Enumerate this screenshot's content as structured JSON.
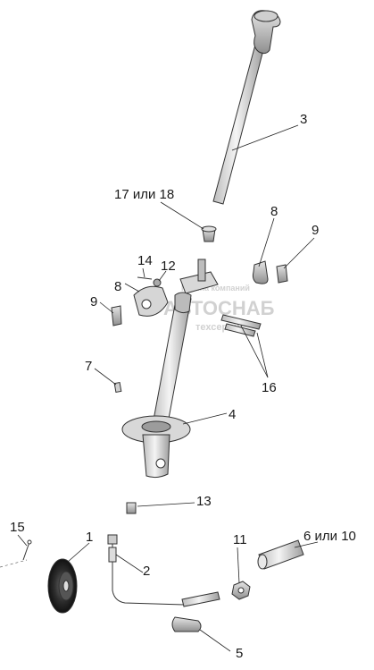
{
  "title": "",
  "callouts": {
    "c3": "3",
    "c17": "17 или 18",
    "c8a": "8",
    "c9a": "9",
    "c14": "14",
    "c12": "12",
    "c8b": "8",
    "c9b": "9",
    "c7": "7",
    "c16": "16",
    "c4": "4",
    "c13": "13",
    "c15": "15",
    "c1": "1",
    "c2": "2",
    "c11": "11",
    "c6": "6 или 10",
    "c5": "5"
  },
  "watermark": {
    "line1": "Группа компаний",
    "line2": "АВТОСНАБ",
    "line3": "техсервис"
  }
}
